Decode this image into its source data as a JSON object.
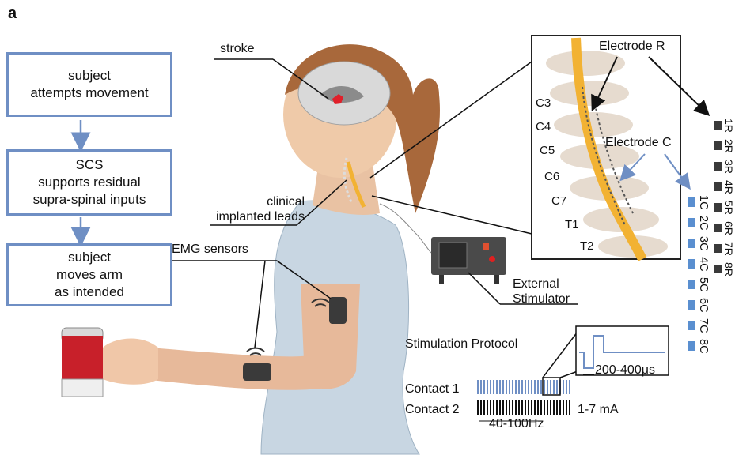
{
  "panel_letter": "a",
  "flow": {
    "steps": [
      "subject\nattempts movement",
      "SCS\nsupports residual\nsupra-spinal inputs",
      "subject\nmoves arm\nas intended"
    ]
  },
  "labels": {
    "stroke": "stroke",
    "leads": "clinical\nimplanted leads",
    "emg": "EMG sensors",
    "stimulator": "External\nStimulator",
    "electrode_r": "Electrode R",
    "electrode_c": "Electrode C",
    "protocol": "Stimulation Protocol",
    "contact1": "Contact 1",
    "contact2": "Contact 2",
    "pulse_width": "200-400μs",
    "amplitude": "1-7 mA",
    "frequency": "40-100Hz"
  },
  "vertebrae": [
    "C3",
    "C4",
    "C5",
    "C6",
    "C7",
    "T1",
    "T2"
  ],
  "electrode_r_contacts": [
    "1R",
    "2R",
    "3R",
    "4R",
    "5R",
    "6R",
    "7R",
    "8R"
  ],
  "electrode_c_contacts": [
    "1C",
    "2C",
    "3C",
    "4C",
    "5C",
    "6C",
    "7C",
    "8C"
  ],
  "colors": {
    "flow_border": "#6f8fc4",
    "contact1_pulse": "#6f8fc4",
    "contact2_pulse": "#111111",
    "electrode_r": "#3a3a3a",
    "electrode_c": "#5a8fd0",
    "stroke_lesion": "#e0202a",
    "spinal_cord": "#f2b233"
  }
}
